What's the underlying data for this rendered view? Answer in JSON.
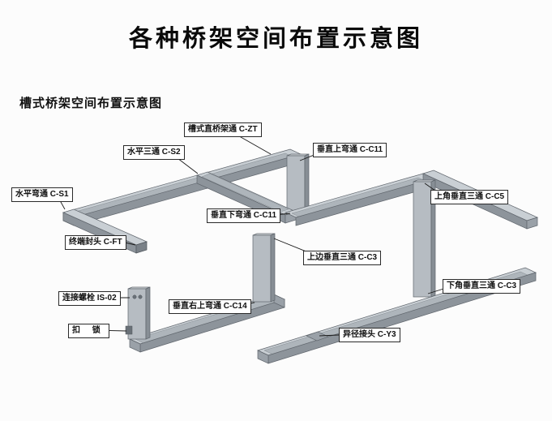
{
  "page": {
    "title": "各种桥架空间布置示意图",
    "subtitle": "槽式桥架空间布置示意图"
  },
  "labels": [
    {
      "text": "槽式直桥架通 C-ZT"
    },
    {
      "text": "水平三通 C-S2"
    },
    {
      "text": "垂直上弯通 C-C11"
    },
    {
      "text": "水平弯通 C-S1"
    },
    {
      "text": "上角垂直三通 C-C5"
    },
    {
      "text": "垂直下弯通 C-C11"
    },
    {
      "text": "终端封头 C-FT"
    },
    {
      "text": "上边垂直三通 C-C3"
    },
    {
      "text": "连接螺栓 IS-02"
    },
    {
      "text": "下角垂直三通 C-C3"
    },
    {
      "text": "垂直右上弯通 C-C14"
    },
    {
      "text": "扣 锁"
    },
    {
      "text": "异径接头 C-Y3"
    }
  ],
  "colors": {
    "tray_top": "#c9cfd4",
    "tray_side": "#8d949b",
    "outline": "#60666d",
    "label_border": "#2a2a2a",
    "title_color": "#0a0a0a"
  }
}
